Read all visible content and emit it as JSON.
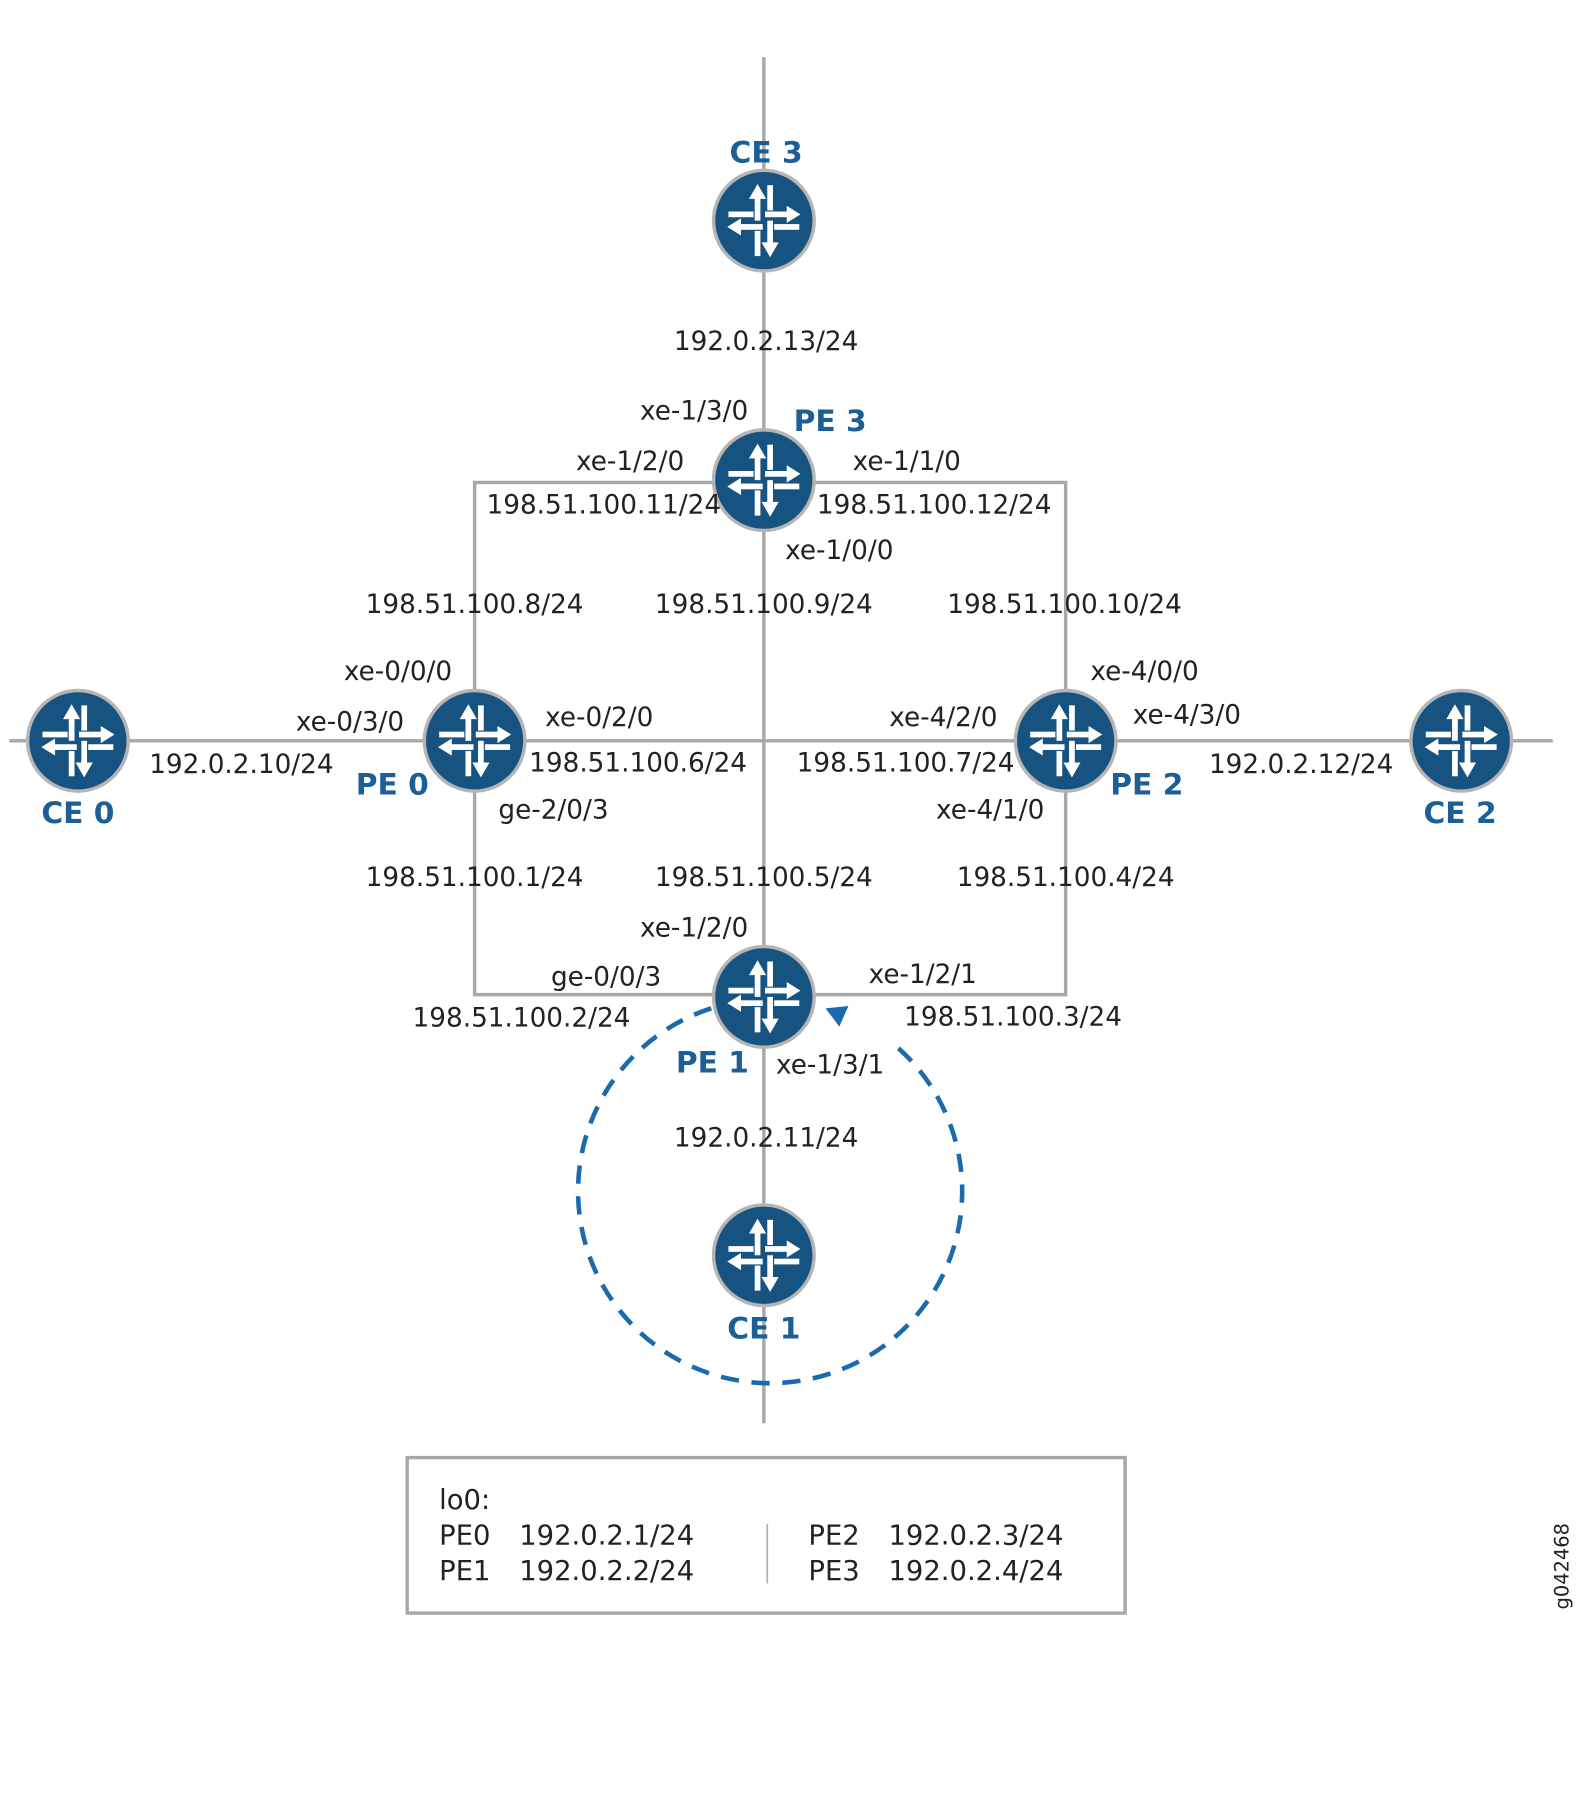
{
  "colors": {
    "router": "#165381",
    "label": "#1c5f97",
    "line": "#a8a8a8",
    "dashed": "#1a6aad"
  },
  "nodes": {
    "ce0": "CE 0",
    "ce1": "CE 1",
    "ce2": "CE 2",
    "ce3": "CE 3",
    "pe0": "PE 0",
    "pe1": "PE 1",
    "pe2": "PE 2",
    "pe3": "PE 3"
  },
  "labels": {
    "ce3_ip": "192.0.2.13/24",
    "pe3_xe130": "xe-1/3/0",
    "pe3_xe120": "xe-1/2/0",
    "pe3_ip11": "198.51.100.11/24",
    "pe3_xe110": "xe-1/1/0",
    "pe3_ip12": "198.51.100.12/24",
    "pe3_xe100": "xe-1/0/0",
    "ip8": "198.51.100.8/24",
    "ip9": "198.51.100.9/24",
    "ip10": "198.51.100.10/24",
    "pe0_xe000": "xe-0/0/0",
    "pe2_xe400": "xe-4/0/0",
    "pe0_xe030": "xe-0/3/0",
    "pe0_xe020": "xe-0/2/0",
    "pe2_xe420": "xe-4/2/0",
    "pe2_xe430": "xe-4/3/0",
    "ce0_ip": "192.0.2.10/24",
    "ip6": "198.51.100.6/24",
    "ip7": "198.51.100.7/24",
    "ce2_ip": "192.0.2.12/24",
    "pe0_ge203": "ge-2/0/3",
    "pe2_xe410": "xe-4/1/0",
    "ip1": "198.51.100.1/24",
    "ip5": "198.51.100.5/24",
    "ip4": "198.51.100.4/24",
    "pe1_xe120": "xe-1/2/0",
    "pe1_ge003": "ge-0/0/3",
    "pe1_xe121": "xe-1/2/1",
    "ip2": "198.51.100.2/24",
    "ip3": "198.51.100.3/24",
    "pe1_xe131": "xe-1/3/1",
    "ce1_ip": "192.0.2.11/24"
  },
  "legend": {
    "title": "lo0:",
    "rows": [
      {
        "name": "PE0",
        "ip": "192.0.2.1/24"
      },
      {
        "name": "PE1",
        "ip": "192.0.2.2/24"
      },
      {
        "name": "PE2",
        "ip": "192.0.2.3/24"
      },
      {
        "name": "PE3",
        "ip": "192.0.2.4/24"
      }
    ]
  },
  "figure_id": "g042468"
}
